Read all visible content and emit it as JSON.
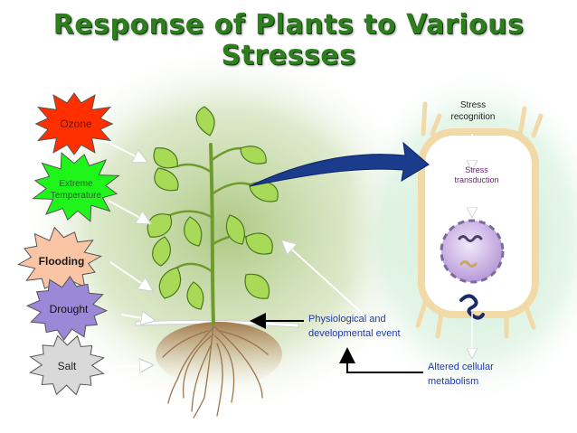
{
  "title_line1": "Response of Plants to Various",
  "title_line2": "Stresses",
  "stresses": [
    {
      "label": "Ozone",
      "color": "#ff2f00",
      "text_color": "#6b1300"
    },
    {
      "label": "Extreme Temperature",
      "color": "#1ff51a",
      "text_color": "#2f5a2f"
    },
    {
      "label": "Flooding",
      "color": "#f9c5a4",
      "text_color": "#1b1b1b"
    },
    {
      "label": "Drought",
      "color": "#9b88d6",
      "text_color": "#111111"
    },
    {
      "label": "Salt",
      "color": "#d9d9d9",
      "text_color": "#222222"
    }
  ],
  "cell": {
    "stress_recognition": "Stress recognition",
    "stress_transduction": "Stress transduction"
  },
  "physiological_label": "Physiological and developmental event",
  "altered_label": "Altered cellular metabolism",
  "colors": {
    "title": "#2e7d1e",
    "leaf": "#a8d957",
    "leaf_edge": "#4b7a1e",
    "stem": "#6f9b2d",
    "soil": "#b48a5d",
    "cell_fill": "#ffffff",
    "cell_wall": "#f2d9a8",
    "nucleus": "#c7b0e6",
    "big_arrow": "#1b3b8c",
    "label_blue": "#1f3aa8"
  }
}
